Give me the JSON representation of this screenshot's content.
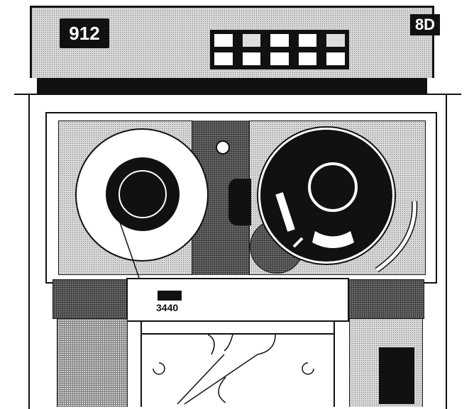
{
  "illustration": {
    "subject": "tape drive unit",
    "top_unit": {
      "model_label": "912",
      "corner_label": "8D",
      "indicator_panel": {
        "rows": 2,
        "columns": 5
      }
    },
    "drive_unit": {
      "badge_label": "3440"
    },
    "colors": {
      "ink": "#111111",
      "paper": "#ffffff",
      "light_screen": "#d8d8d8",
      "dark_screen": "#6a6a6a"
    }
  }
}
